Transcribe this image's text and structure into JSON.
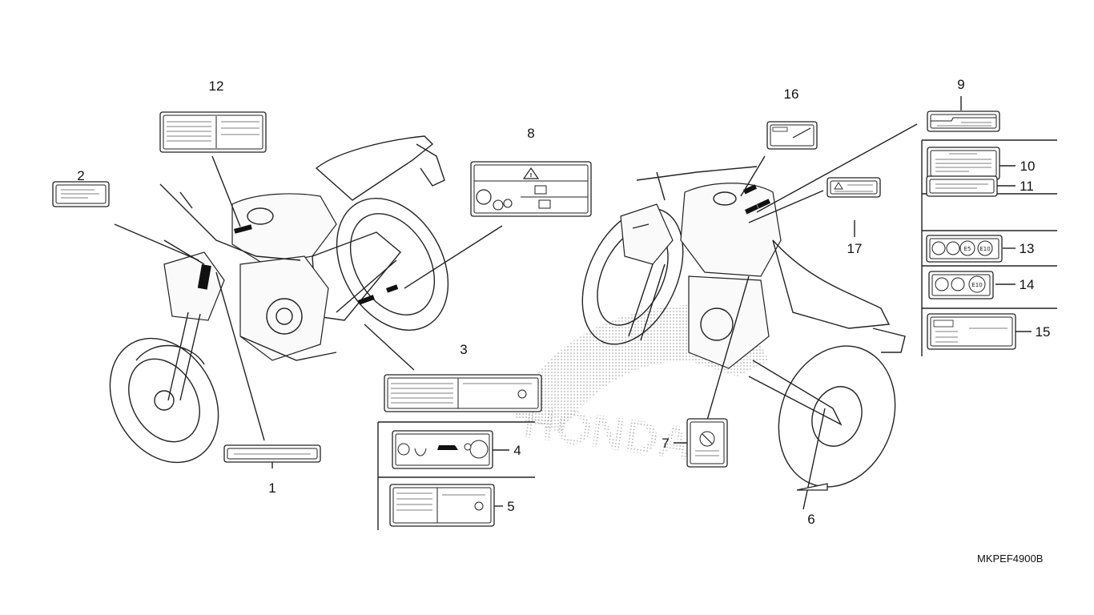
{
  "diagram": {
    "callouts": [
      "1",
      "2",
      "3",
      "4",
      "5",
      "6",
      "7",
      "8",
      "9",
      "10",
      "11",
      "12",
      "13",
      "14",
      "15",
      "16",
      "17"
    ],
    "label_icons": {
      "13": [
        "E5",
        "E10"
      ],
      "14": [
        "E10"
      ]
    },
    "watermark": "HONDA",
    "code": "MKPEF4900B"
  }
}
